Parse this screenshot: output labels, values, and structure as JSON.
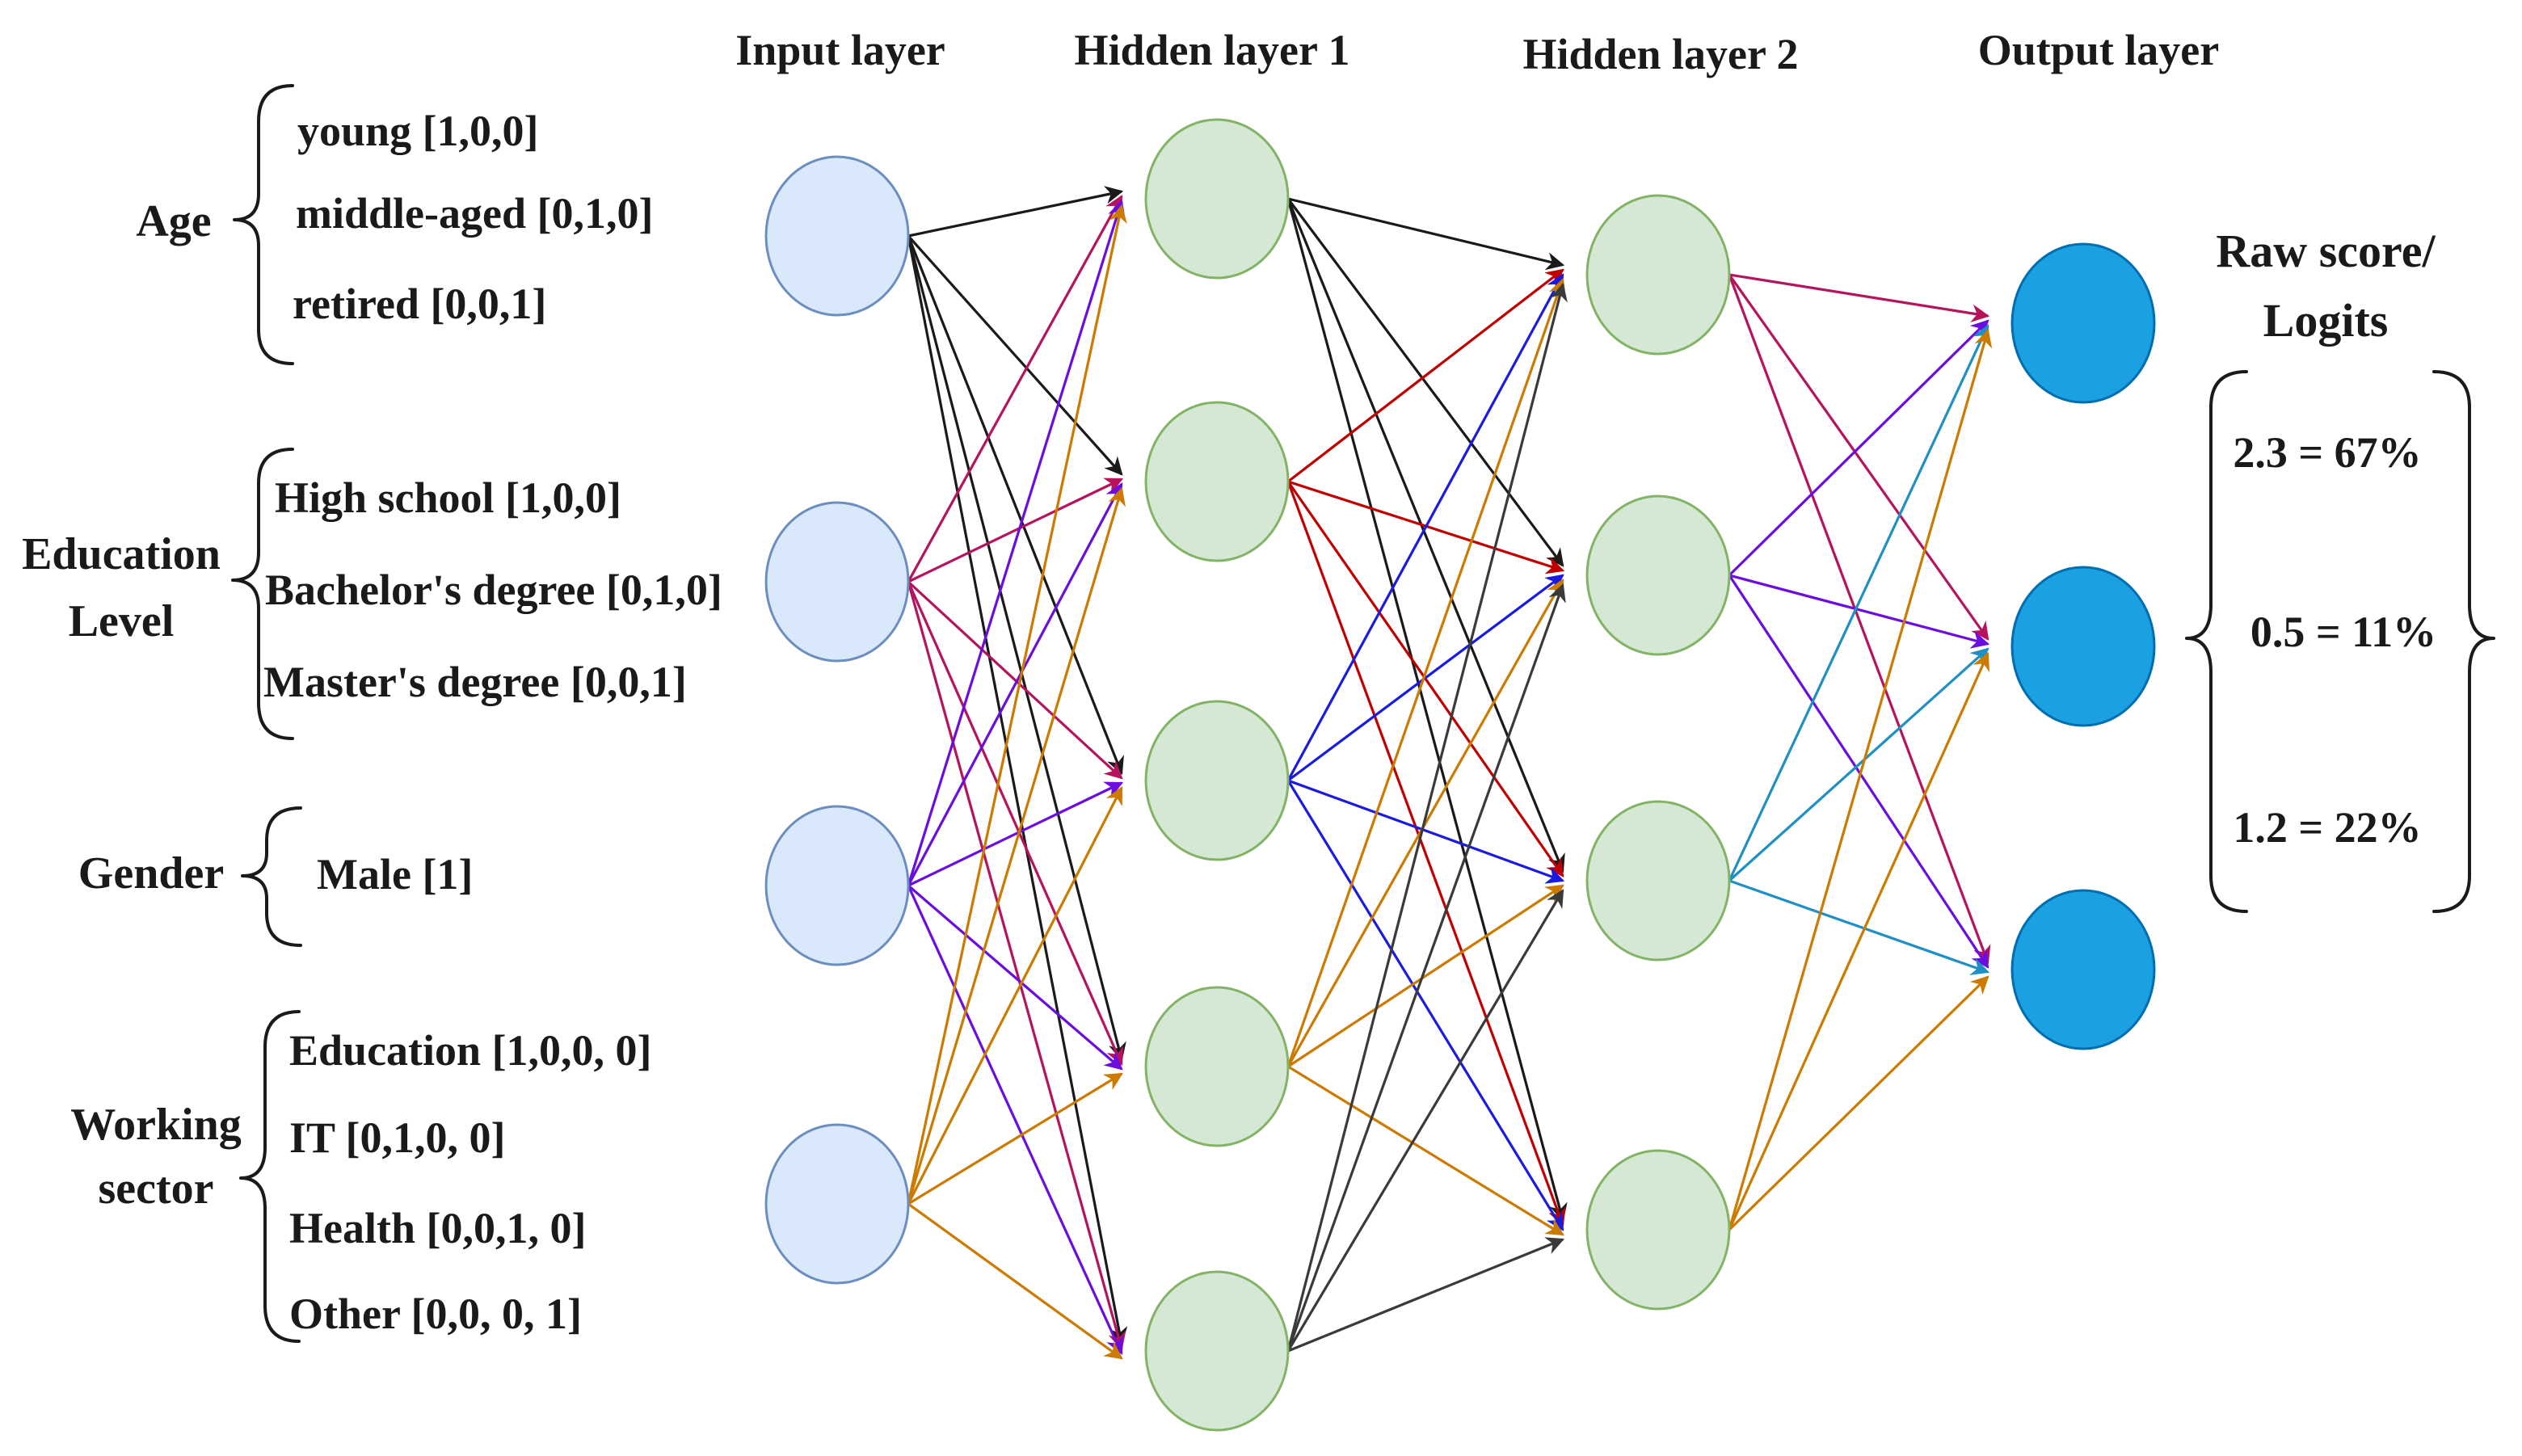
{
  "layers": {
    "input": "Input layer",
    "hidden1": "Hidden layer 1",
    "hidden2": "Hidden layer 2",
    "output": "Output layer"
  },
  "features": [
    {
      "name_lines": [
        "Age"
      ],
      "items": [
        "young [1,0,0]",
        "middle-aged [0,1,0]",
        "retired [0,0,1]"
      ]
    },
    {
      "name_lines": [
        "Education",
        "Level"
      ],
      "items": [
        "High school [1,0,0]",
        "Bachelor's degree [0,1,0]",
        "Master's degree [0,0,1]"
      ]
    },
    {
      "name_lines": [
        "Gender"
      ],
      "items": [
        "Male [1]"
      ]
    },
    {
      "name_lines": [
        "Working",
        "sector"
      ],
      "items": [
        "Education [1,0,0, 0]",
        "IT [0,1,0, 0]",
        "Health [0,0,1, 0]",
        "Other [0,0, 0, 1]"
      ]
    }
  ],
  "raw_score_label_lines": [
    "Raw score/",
    "Logits"
  ],
  "scores": [
    "2.3 = 67%",
    "0.5 = 11%",
    "1.2 = 22%"
  ],
  "colors": {
    "input_fill": "#dae8fc",
    "input_stroke": "#6c8ebf",
    "hidden_fill": "#d5e8d4",
    "hidden_stroke": "#82b366",
    "output_fill": "#1ba1e2",
    "output_stroke": "#006eaf",
    "edge_black": "#1a1a1a",
    "edge_crimson": "#b5145c",
    "edge_purple": "#6a0dde",
    "edge_orange": "#cc7a00",
    "edge_red": "#c00000",
    "edge_blue": "#1a1ae0",
    "edge_dark": "#3a3a3a",
    "edge_cyan": "#1f8fc4"
  }
}
